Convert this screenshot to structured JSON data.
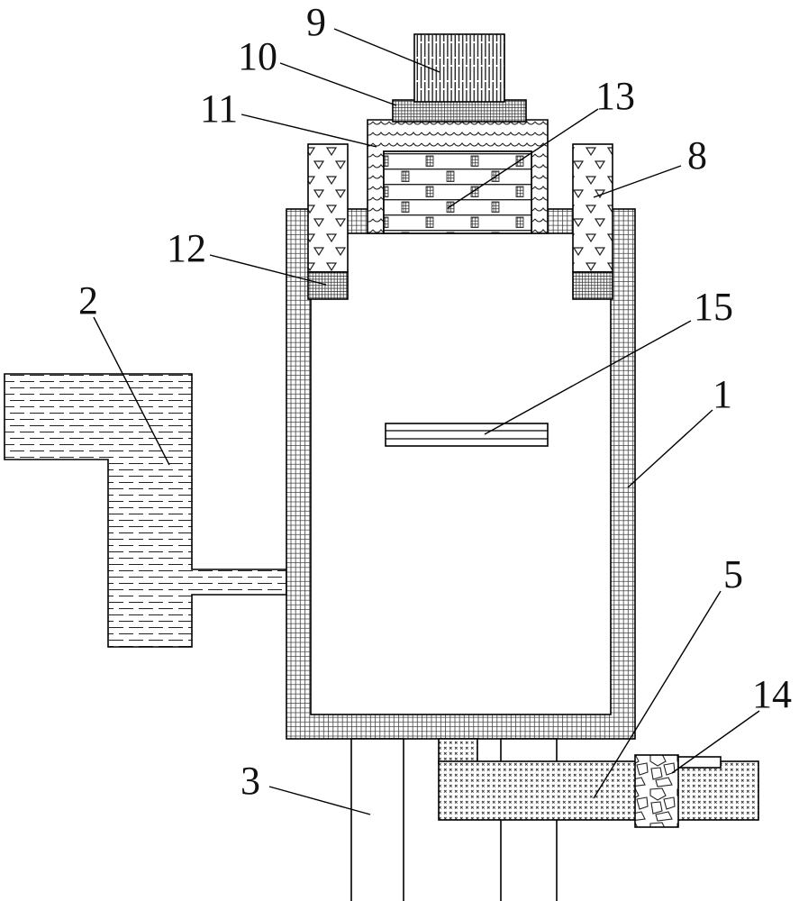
{
  "figure": {
    "background_color": "#ffffff",
    "ink_color": "#000000"
  },
  "part_labels": {
    "p1": "1",
    "p2": "2",
    "p3": "3",
    "p5": "5",
    "p8": "8",
    "p9": "9",
    "p10": "10",
    "p11": "11",
    "p12": "12",
    "p13": "13",
    "p14": "14",
    "p15": "15"
  }
}
